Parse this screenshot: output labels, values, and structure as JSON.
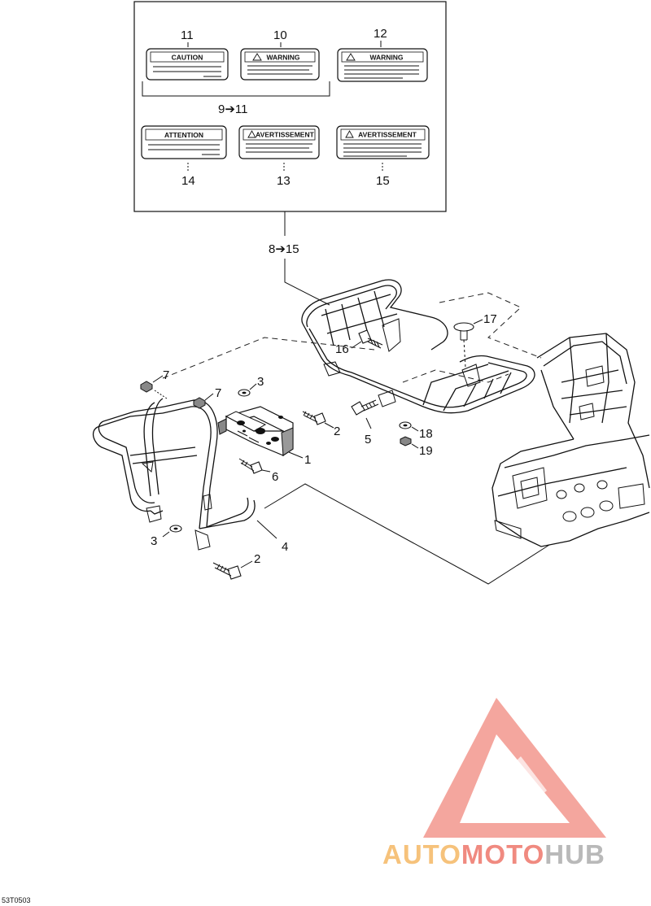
{
  "callouts": {
    "c1": "1",
    "c2a": "2",
    "c2b": "2",
    "c3a": "3",
    "c3b": "3",
    "c4": "4",
    "c5": "5",
    "c6": "6",
    "c7a": "7",
    "c7b": "7",
    "c8_15": "8➔15",
    "c9_11": "9➔11",
    "c10": "10",
    "c11": "11",
    "c12": "12",
    "c13": "13",
    "c14": "14",
    "c15": "15",
    "c16": "16",
    "c17": "17",
    "c18": "18",
    "c19": "19"
  },
  "labels": {
    "caution": "CAUTION",
    "warning_10": "WARNING",
    "warning_12": "WARNING",
    "attention": "ATTENTION",
    "avertissement_13": "AVERTISSEMENT",
    "avertissement_15": "AVERTISSEMENT"
  },
  "diagram_code": "53T0503",
  "watermark": {
    "auto": "AUTO",
    "moto": "MOTO",
    "hub": "HUB",
    "colors": {
      "auto": "#f6c27b",
      "moto": "#f08a80",
      "hub": "#b9b9b9",
      "triangle": "#f2978d"
    }
  }
}
